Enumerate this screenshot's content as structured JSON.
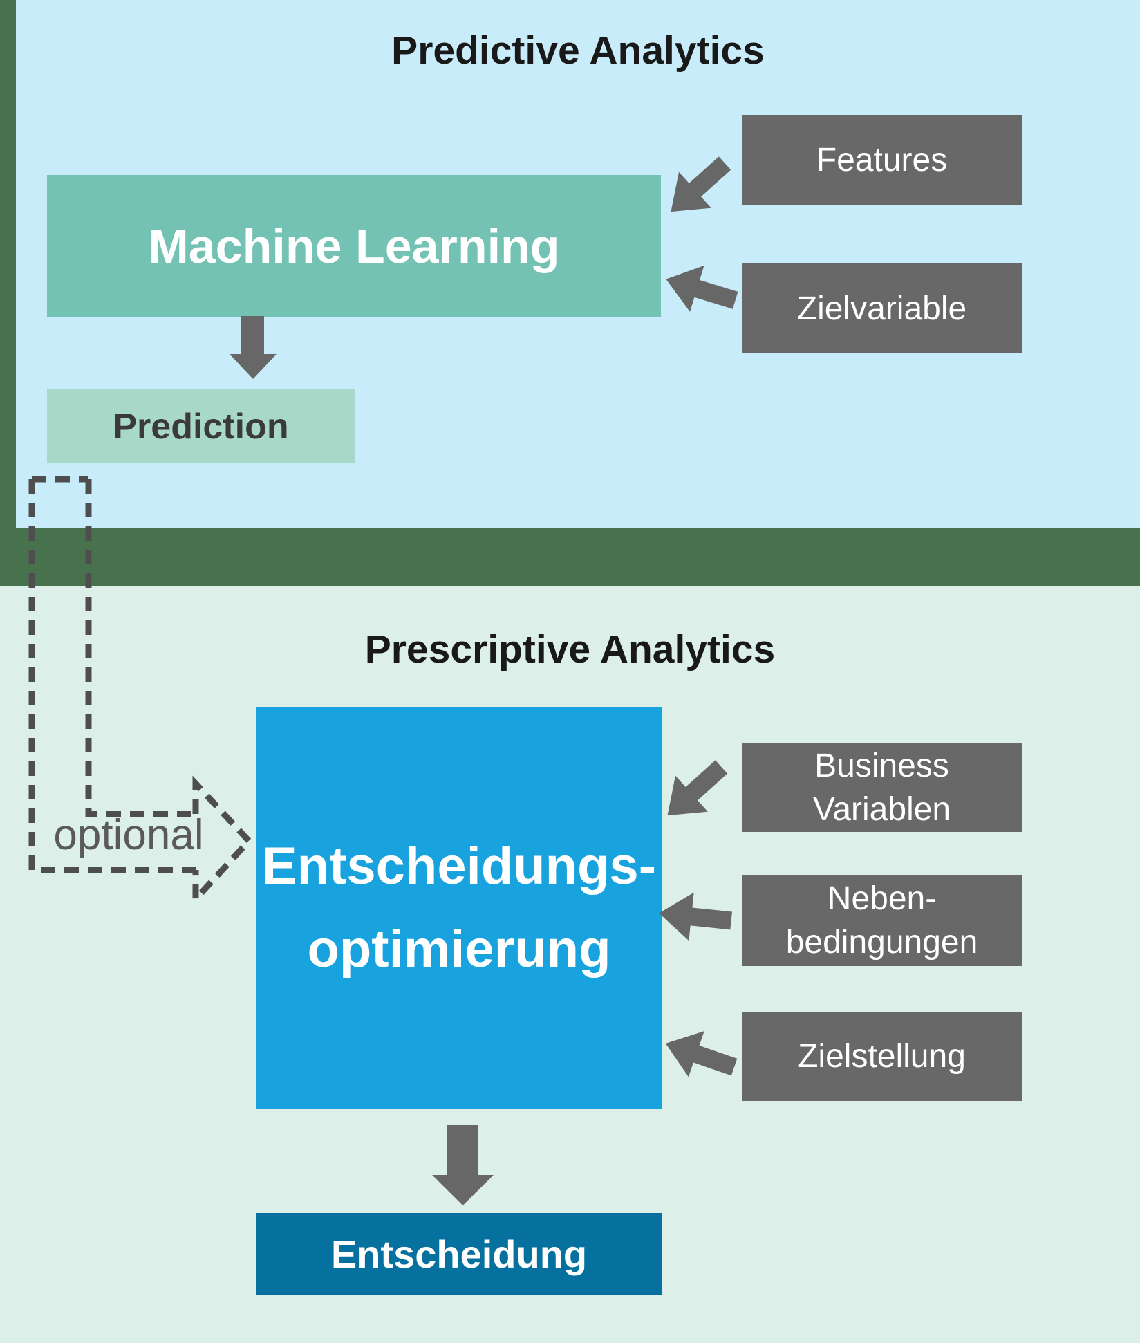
{
  "predictive": {
    "title": "Predictive Analytics",
    "machine_learning_label": "Machine Learning",
    "features_label": "Features",
    "zielvariable_label": "Zielvariable",
    "prediction_label": "Prediction"
  },
  "connector": {
    "optional_label": "optional"
  },
  "prescriptive": {
    "title": "Prescriptive Analytics",
    "optimization_line1": "Entscheidungs-",
    "optimization_line2": "optimierung",
    "business_line1": "Business",
    "business_line2": "Variablen",
    "neben_line1": "Neben-",
    "neben_line2": "bedingungen",
    "zielstellung_label": "Zielstellung",
    "entscheidung_label": "Entscheidung"
  },
  "icons": [
    "arrow-down-left-icon",
    "arrow-left-up-icon",
    "arrow-down-icon",
    "dashed-optional-arrow-icon"
  ],
  "colors": {
    "section_green": "#48724E",
    "predictive_bg": "#C9ECFB",
    "prescriptive_bg": "#DCEFE9",
    "machine_learning_teal": "#74C2B3",
    "prediction_green": "#A8D9C8",
    "input_box_gray": "#686868",
    "arrow_gray": "#676767",
    "optimization_blue": "#18A2DE",
    "entscheidung_blue": "#06719F",
    "dashed_line_gray": "#4E4E4E",
    "title_text": "#191919"
  }
}
